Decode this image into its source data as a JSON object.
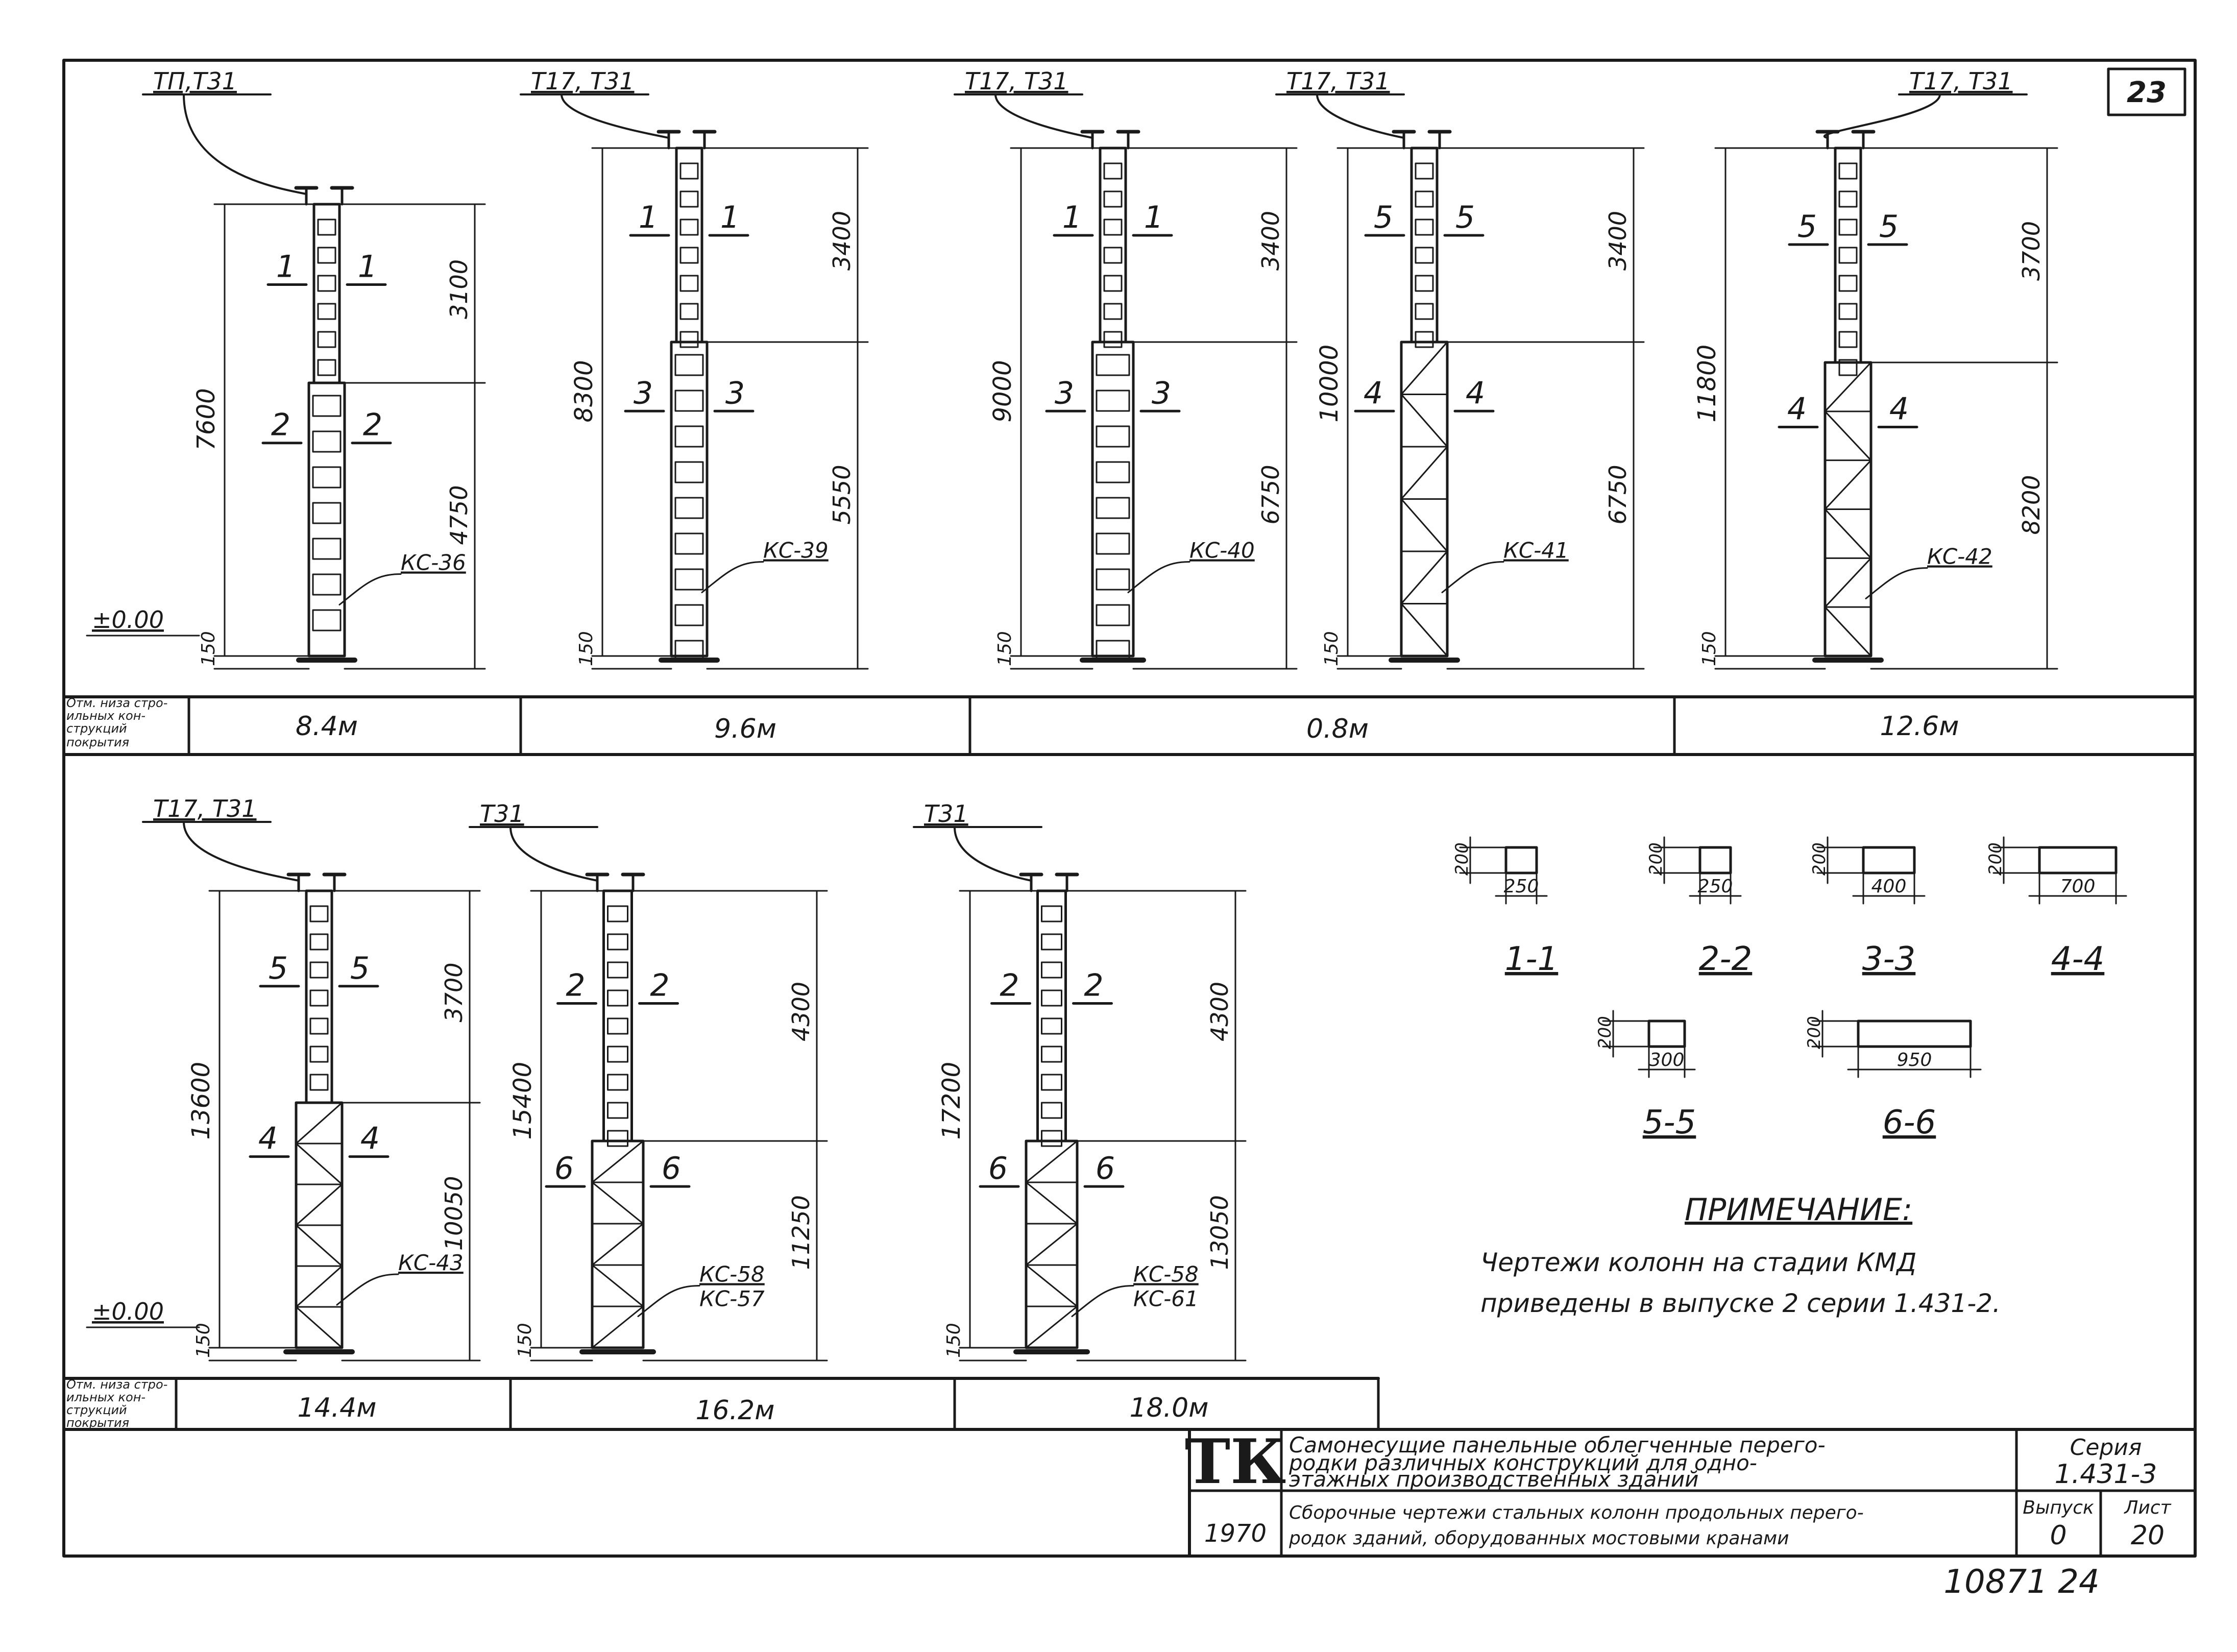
{
  "sheet": {
    "page_corner_number": "23",
    "bottom_stamp": "10871  24"
  },
  "top_row": {
    "row_label": [
      "Отм. низа стро-",
      "ильных кон-",
      "струкций",
      "покрытия"
    ],
    "height_cells": [
      "8.4м",
      "9.6м",
      "0.8м",
      "12.6м"
    ],
    "columns": [
      {
        "tags": "ТП,Т31",
        "total": "7600",
        "upper": "3100",
        "lower": "4750",
        "sec_top": [
          "1",
          "1"
        ],
        "sec_bot": [
          "2",
          "2"
        ],
        "mark": "КС-36",
        "zero": "±0.00",
        "base": "150"
      },
      {
        "tags": "Т17, Т31",
        "total": "8300",
        "upper": "3400",
        "lower": "5550",
        "sec_top": [
          "1",
          "1"
        ],
        "sec_bot": [
          "3",
          "3"
        ],
        "mark": "КС-39",
        "base": "150"
      },
      {
        "tags": "Т17, Т31",
        "total": "9000",
        "upper": "3400",
        "lower": "6750",
        "sec_top": [
          "1",
          "1"
        ],
        "sec_bot": [
          "3",
          "3"
        ],
        "mark": "КС-40",
        "base": "150"
      },
      {
        "tags": "Т17, Т31",
        "total": "10000",
        "upper": "3400",
        "lower": "6750",
        "sec_top": [
          "5",
          "5"
        ],
        "sec_bot": [
          "4",
          "4"
        ],
        "mark": "КС-41",
        "base": "150"
      },
      {
        "tags": "Т17, Т31",
        "total": "11800",
        "upper": "3700",
        "lower": "8200",
        "sec_top": [
          "5",
          "5"
        ],
        "sec_bot": [
          "4",
          "4"
        ],
        "mark": "КС-42",
        "base": "150"
      }
    ]
  },
  "bottom_row": {
    "row_label": [
      "Отм. низа стро-",
      "ильных кон-",
      "струкций",
      "покрытия"
    ],
    "height_cells": [
      "14.4м",
      "16.2м",
      "18.0м"
    ],
    "columns": [
      {
        "tags": "Т17, Т31",
        "total": "13600",
        "upper": "3700",
        "lower": "10050",
        "sec_top": [
          "5",
          "5"
        ],
        "sec_bot": [
          "4",
          "4"
        ],
        "mark": "КС-43",
        "zero": "±0.00",
        "base": "150"
      },
      {
        "tags": "Т31",
        "total": "15400",
        "upper": "4300",
        "lower": "11250",
        "sec_top": [
          "2",
          "2"
        ],
        "sec_bot": [
          "6",
          "6"
        ],
        "mark": "КС-58",
        "mark2": "КС-57",
        "base": "150"
      },
      {
        "tags": "Т31",
        "total": "17200",
        "upper": "4300",
        "lower": "13050",
        "sec_top": [
          "2",
          "2"
        ],
        "sec_bot": [
          "6",
          "6"
        ],
        "mark": "КС-58",
        "mark2": "КС-61",
        "base": "150"
      }
    ]
  },
  "sections": [
    {
      "label": "1-1",
      "h": "200",
      "w": "250"
    },
    {
      "label": "2-2",
      "h": "200",
      "w": "250"
    },
    {
      "label": "3-3",
      "h": "200",
      "w": "400"
    },
    {
      "label": "4-4",
      "h": "200",
      "w": "700"
    },
    {
      "label": "5-5",
      "h": "200",
      "w": "300"
    },
    {
      "label": "6-6",
      "h": "200",
      "w": "950"
    }
  ],
  "note": {
    "title": "ПРИМЕЧАНИЕ:",
    "line1": "Чертежи колонн на стадии КМД",
    "line2": "приведены в выпуске 2 серии 1.431-2."
  },
  "title_block": {
    "logo": "ТК",
    "year": "1970",
    "title_l1": "Самонесущие панельные облегченные перего-",
    "title_l2": "родки различных конструкций для одно-",
    "title_l3": "этажных производственных зданий",
    "sub_l1": "Сборочные чертежи стальных колонн продольных перего-",
    "sub_l2": "родок зданий, оборудованных мостовыми кранами",
    "series_label": "Серия",
    "series_value": "1.431-3",
    "issue_label": "Выпуск",
    "issue_value": "0",
    "sheet_label": "Лист",
    "sheet_value": "20"
  }
}
